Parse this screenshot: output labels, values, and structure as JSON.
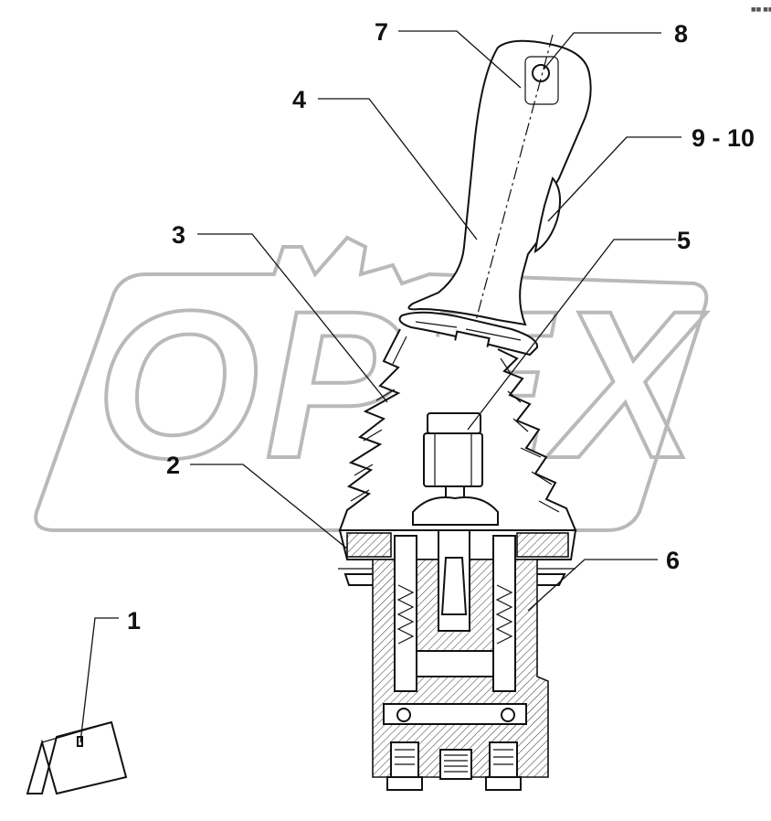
{
  "diagram": {
    "watermark_text": "OPEX",
    "corner_mark": "■■ ■■",
    "callouts": [
      {
        "id": "1",
        "label": "1"
      },
      {
        "id": "2",
        "label": "2"
      },
      {
        "id": "3",
        "label": "3"
      },
      {
        "id": "4",
        "label": "4"
      },
      {
        "id": "5",
        "label": "5"
      },
      {
        "id": "6",
        "label": "6"
      },
      {
        "id": "7",
        "label": "7"
      },
      {
        "id": "8",
        "label": "8"
      },
      {
        "id": "9-10",
        "label": "9 - 10"
      }
    ]
  }
}
